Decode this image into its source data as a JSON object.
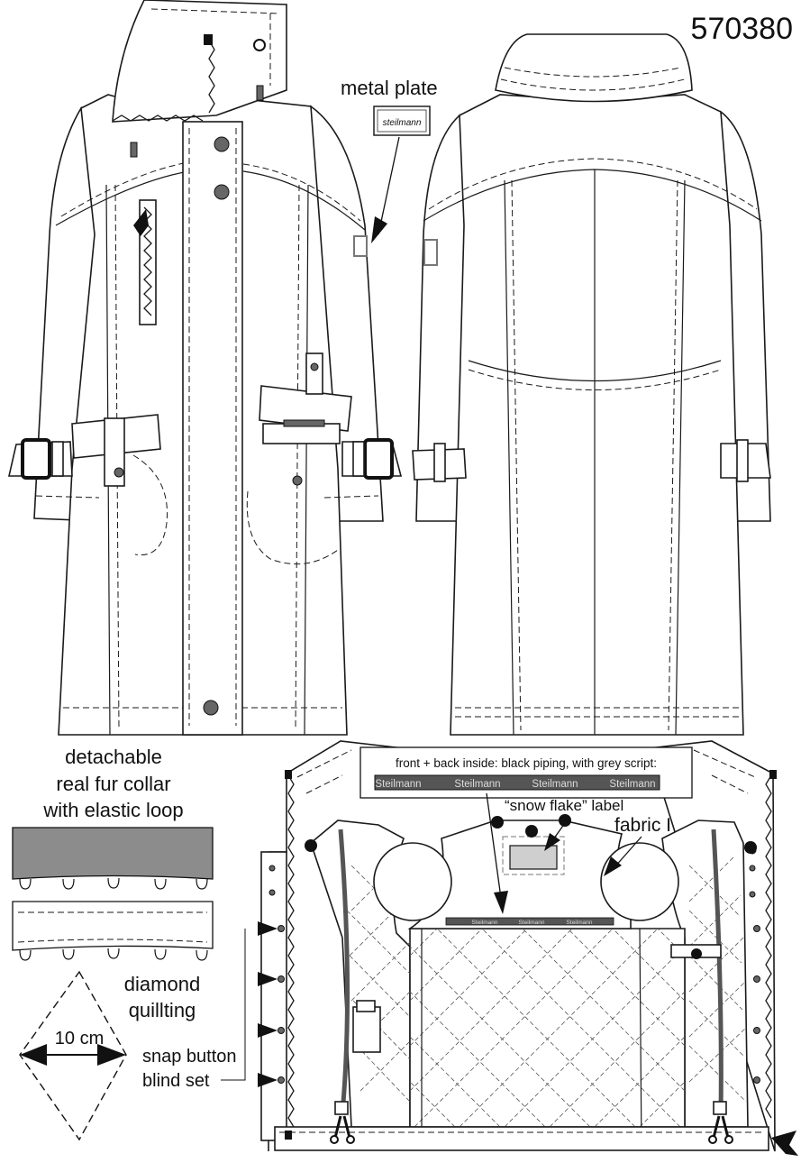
{
  "style_number": "570380",
  "labels": {
    "metal_plate": "metal plate",
    "plate_brand": "steilmann",
    "fur_collar": [
      "detachable",
      "real fur collar",
      "with elastic loop"
    ],
    "quilting": [
      "diamond",
      "quillting"
    ],
    "measure": "10 cm",
    "snap": [
      "snap button",
      "blind set"
    ],
    "piping_note": "front + back inside: black piping, with grey script:",
    "piping_script": [
      "Steilmann",
      "Steilmann",
      "Steilmann",
      "Steilmann"
    ],
    "piping_small_script": [
      "Steilmann",
      "Steilmann",
      "Steilmann"
    ],
    "snow_flake": "“snow flake” label",
    "fabric": "fabric I"
  },
  "colors": {
    "fur": "#8c8c8c",
    "label": "#cfcfcf",
    "piping": "#555555",
    "line": "#1a1a1a"
  }
}
